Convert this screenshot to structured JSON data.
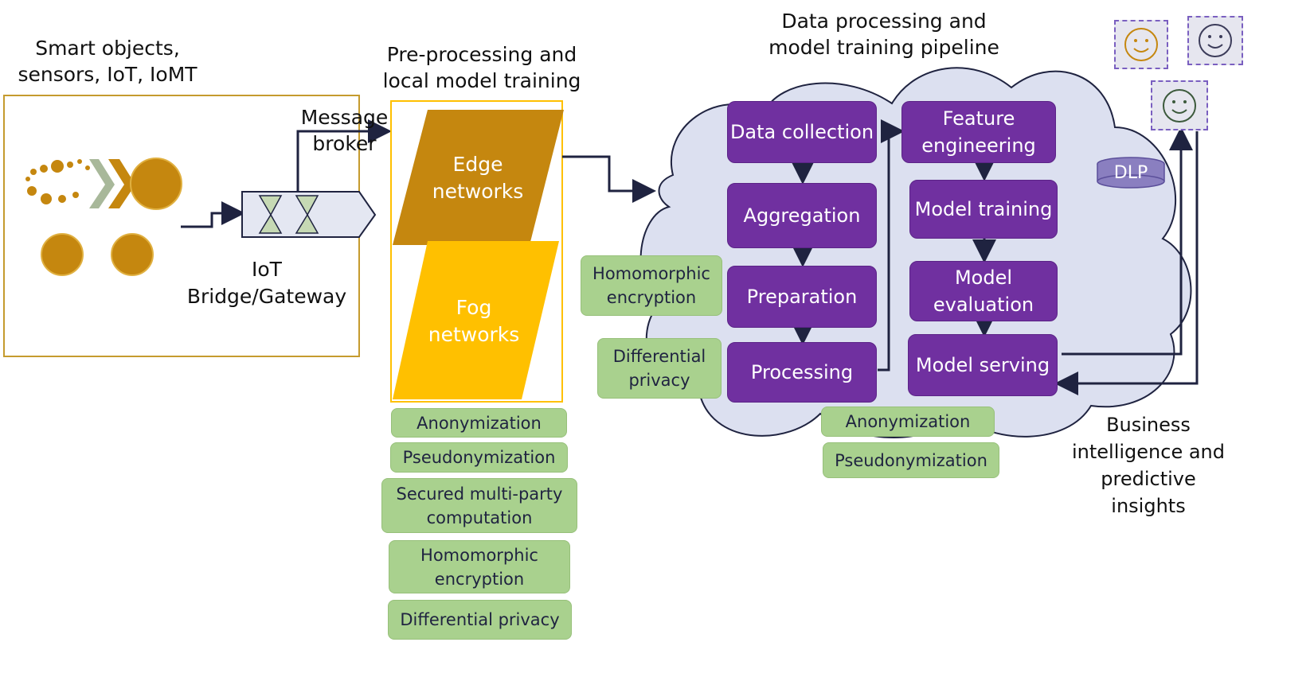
{
  "titles": {
    "smart_objects": "Smart objects, sensors, IoT, IoMT",
    "preprocessing": "Pre-processing and local model training",
    "pipeline": "Data processing and model training pipeline"
  },
  "labels": {
    "message_broker": "Message broker",
    "gateway_line1": "IoT",
    "gateway_line2": "Bridge/Gateway",
    "edge": "Edge networks",
    "fog": "Fog networks",
    "dlp": "DLP",
    "business": "Business intelligence and predictive insights"
  },
  "pipeline_steps_left": [
    "Data collection",
    "Aggregation",
    "Preparation",
    "Processing"
  ],
  "pipeline_steps_right": [
    "Feature engineering",
    "Model training",
    "Model evaluation",
    "Model serving"
  ],
  "privacy_preprocessing": [
    "Anonymization",
    "Pseudonymization",
    "Secured multi-party computation",
    "Homomorphic encryption",
    "Differential privacy"
  ],
  "privacy_pipeline_side": [
    "Homomorphic encryption",
    "Differential privacy"
  ],
  "privacy_pipeline_bottom": [
    "Anonymization",
    "Pseudonymization"
  ],
  "colors": {
    "purple": "#7030a0",
    "green": "#a9d18e",
    "edge": "#c5870f",
    "fog": "#ffc000",
    "cloud": "#dce0f0",
    "arrow": "#1f2340"
  }
}
